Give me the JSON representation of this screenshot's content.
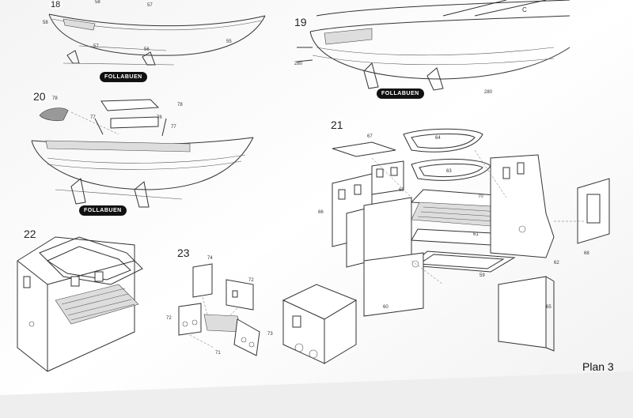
{
  "plan_label": "Plan 3",
  "steps": [
    "18",
    "19",
    "20",
    "21",
    "22",
    "23"
  ],
  "badge_text": "FOLLABUEN",
  "part_numbers": {
    "step18": [
      "58",
      "57",
      "58",
      "57",
      "56",
      "55"
    ],
    "step19": [
      "C",
      "280",
      "280"
    ],
    "step20": [
      "78",
      "77",
      "76",
      "77",
      "78"
    ],
    "step21": [
      "67",
      "64",
      "63",
      "69",
      "66",
      "70",
      "61",
      "62",
      "68",
      "59",
      "60",
      "65"
    ],
    "step23": [
      "74",
      "72",
      "72",
      "71",
      "73"
    ]
  }
}
